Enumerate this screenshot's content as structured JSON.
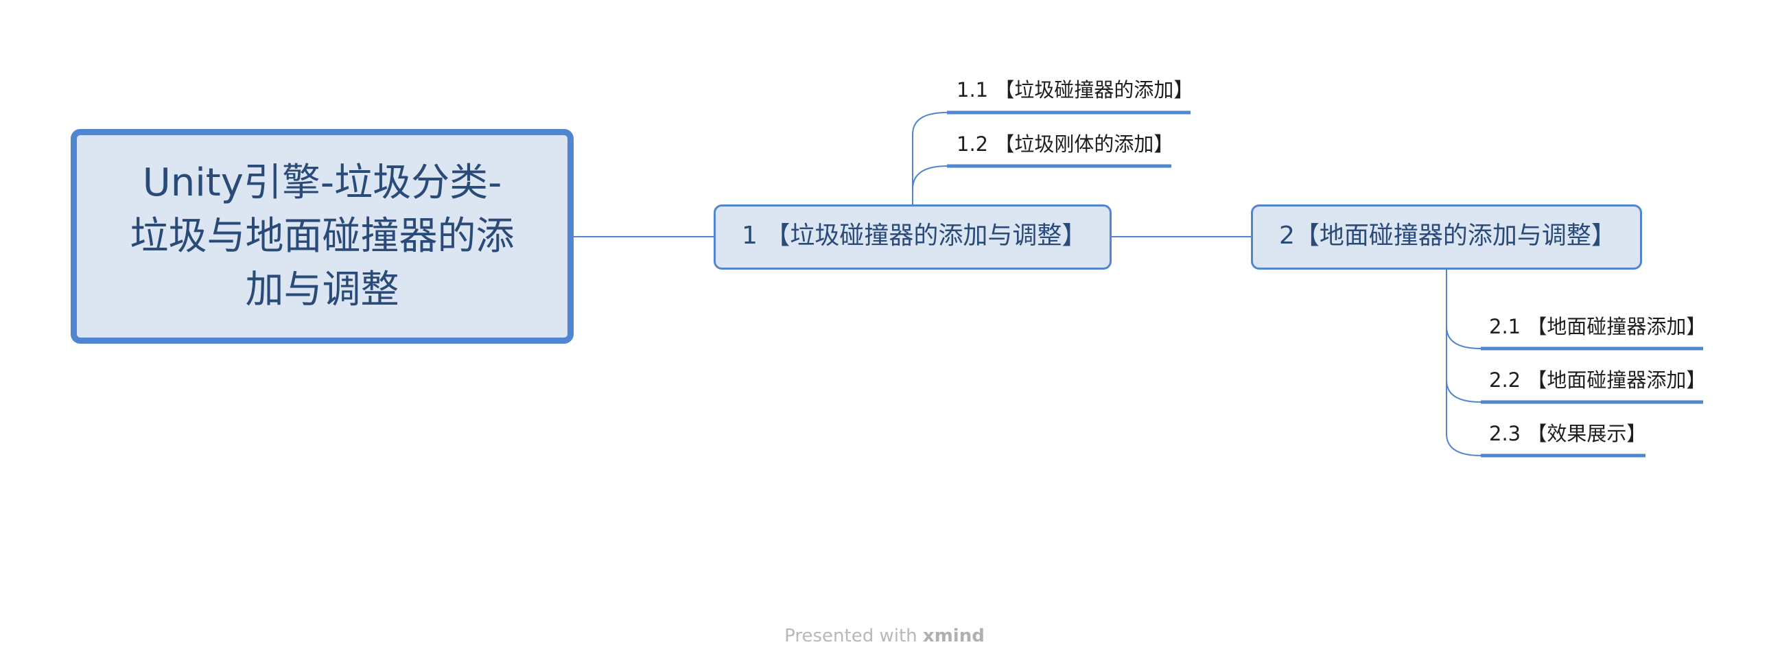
{
  "mindmap": {
    "root": {
      "line1": "Unity引擎-垃圾分类-",
      "line2": "垃圾与地面碰撞器的添",
      "line3": "加与调整"
    },
    "topics": [
      {
        "label": "1 【垃圾碰撞器的添加与调整】",
        "subtopics": [
          {
            "label": "1.1 【垃圾碰撞器的添加】"
          },
          {
            "label": "1.2 【垃圾刚体的添加】"
          }
        ]
      },
      {
        "label": "2【地面碰撞器的添加与调整】",
        "subtopics": [
          {
            "label": "2.1 【地面碰撞器添加】"
          },
          {
            "label": "2.2 【地面碰撞器添加】"
          },
          {
            "label": "2.3 【效果展示】"
          }
        ]
      }
    ]
  },
  "colors": {
    "line": "#4f86cf",
    "node_fill": "#dce6f3",
    "node_text": "#2a4a78"
  },
  "footer": {
    "prefix": "Presented with ",
    "brand": "xmind"
  }
}
